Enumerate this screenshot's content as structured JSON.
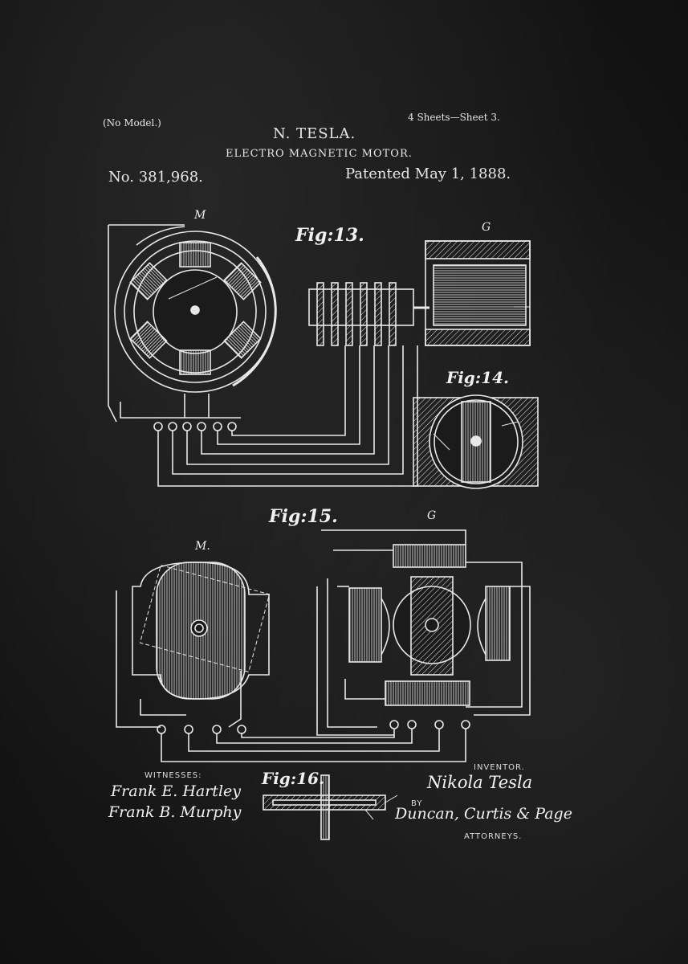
{
  "header": {
    "no_model": "(No Model.)",
    "sheets": "4 Sheets—Sheet 3.",
    "inventor": "N. TESLA.",
    "title": "ELECTRO MAGNETIC MOTOR.",
    "patent_number": "No. 381,968.",
    "patented": "Patented May 1, 1888."
  },
  "figures": {
    "fig13": "Fig:13.",
    "fig14": "Fig:14.",
    "fig15": "Fig:15.",
    "fig16": "Fig:16."
  },
  "labels": {
    "M_top": "M",
    "G_top": "G",
    "M_bottom": "M.",
    "G_bottom": "G"
  },
  "signatures": {
    "witnesses_label": "WITNESSES:",
    "witness1": "Frank E. Hartley",
    "witness2": "Frank B. Murphy",
    "inventor_label": "INVENTOR.",
    "inventor_sig": "Nikola Tesla",
    "by": "BY",
    "attorneys_sig": "Duncan, Curtis & Page",
    "attorneys_label": "ATTORNEYS."
  },
  "colors": {
    "background": "#1b1b1b",
    "ink": "#e8e8e8"
  }
}
